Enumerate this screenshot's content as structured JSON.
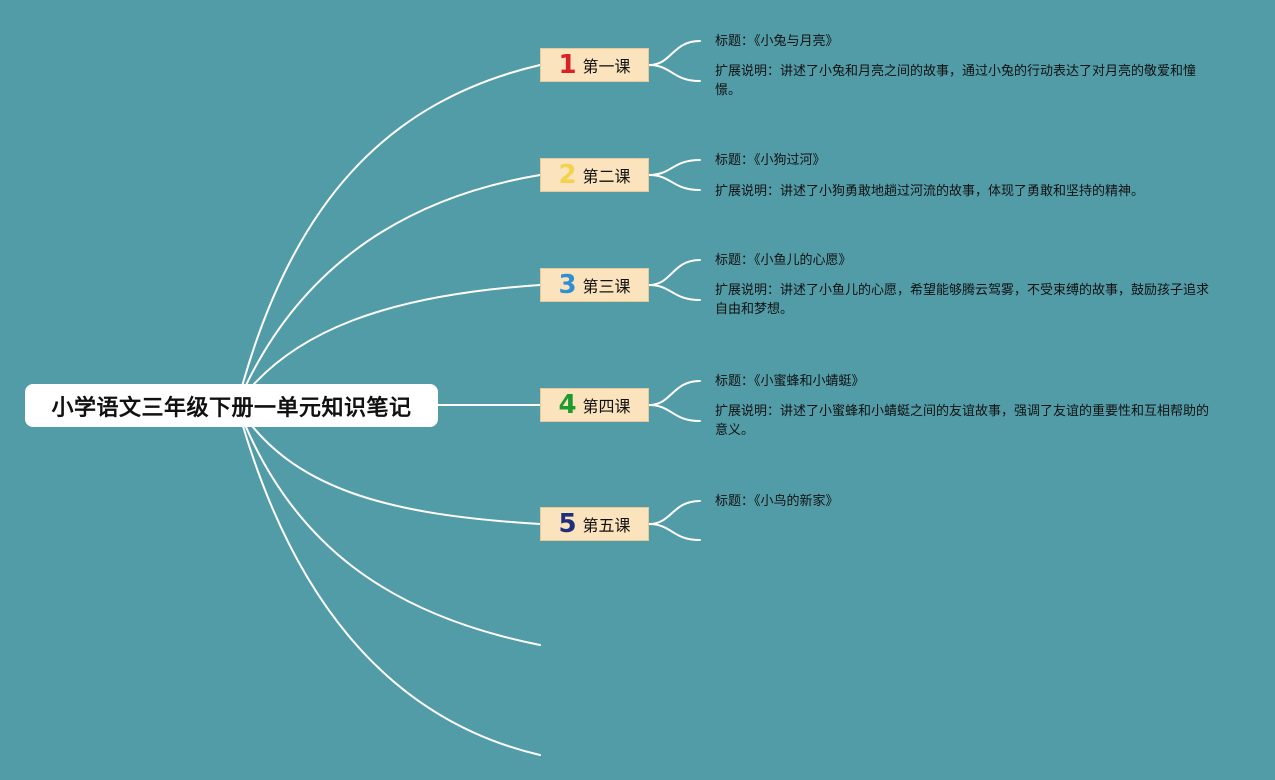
{
  "root": {
    "title": "小学语文三年级下册一单元知识笔记"
  },
  "lessons": [
    {
      "num": "1",
      "label": "第一课",
      "color": "#d8222a",
      "title": "标题：《小兔与月亮》",
      "desc": "扩展说明：讲述了小兔和月亮之间的故事，通过小兔的行动表达了对月亮的敬爱和憧憬。"
    },
    {
      "num": "2",
      "label": "第二课",
      "color": "#f4d34c",
      "title": "标题：《小狗过河》",
      "desc": "扩展说明：讲述了小狗勇敢地趟过河流的故事，体现了勇敢和坚持的精神。"
    },
    {
      "num": "3",
      "label": "第三课",
      "color": "#2f8fd3",
      "title": "标题：《小鱼儿的心愿》",
      "desc": "扩展说明：讲述了小鱼儿的心愿，希望能够腾云驾雾，不受束缚的故事，鼓励孩子追求自由和梦想。"
    },
    {
      "num": "4",
      "label": "第四课",
      "color": "#1f9a2e",
      "title": "标题：《小蜜蜂和小蜻蜓》",
      "desc": "扩展说明：讲述了小蜜蜂和小蜻蜓之间的友谊故事，强调了友谊的重要性和互相帮助的意义。"
    },
    {
      "num": "5",
      "label": "第五课",
      "color": "#1f2f7a",
      "title": "标题：《小鸟的新家》",
      "desc": ""
    }
  ],
  "colors": {
    "background": "#529ca8",
    "connector": "#ffffff",
    "lesson_box": "#fbe3bd"
  }
}
